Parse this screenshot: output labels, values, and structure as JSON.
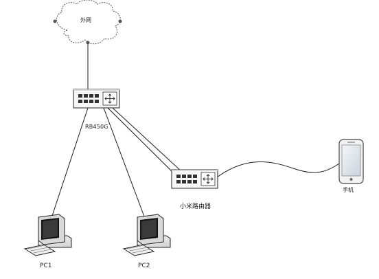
{
  "nodes": {
    "internet": {
      "label": "外网",
      "icon": "cloud-icon"
    },
    "core_router": {
      "label": "RB450G",
      "icon": "router-icon"
    },
    "wifi_router": {
      "label": "小米路由器",
      "icon": "router-icon"
    },
    "phone": {
      "label": "手机",
      "icon": "smartphone-icon"
    },
    "pc1": {
      "label": "PC1",
      "icon": "desktop-computer-icon"
    },
    "pc2": {
      "label": "PC2",
      "icon": "desktop-computer-icon"
    }
  },
  "links": [
    {
      "from": "internet",
      "to": "core_router",
      "type": "wired"
    },
    {
      "from": "core_router",
      "to": "pc1",
      "type": "wired"
    },
    {
      "from": "core_router",
      "to": "pc2",
      "type": "wired"
    },
    {
      "from": "core_router",
      "to": "wifi_router",
      "type": "wired"
    },
    {
      "from": "core_router",
      "to": "wifi_router",
      "type": "wired"
    },
    {
      "from": "wifi_router",
      "to": "phone",
      "type": "wireless"
    }
  ],
  "colors": {
    "line": "#1a1a1a",
    "device_body": "#f7f7f7",
    "device_outline": "#222222",
    "screen": "#e8eef4",
    "cloud_fill": "#ffffff",
    "cloud_stroke": "#555555"
  }
}
